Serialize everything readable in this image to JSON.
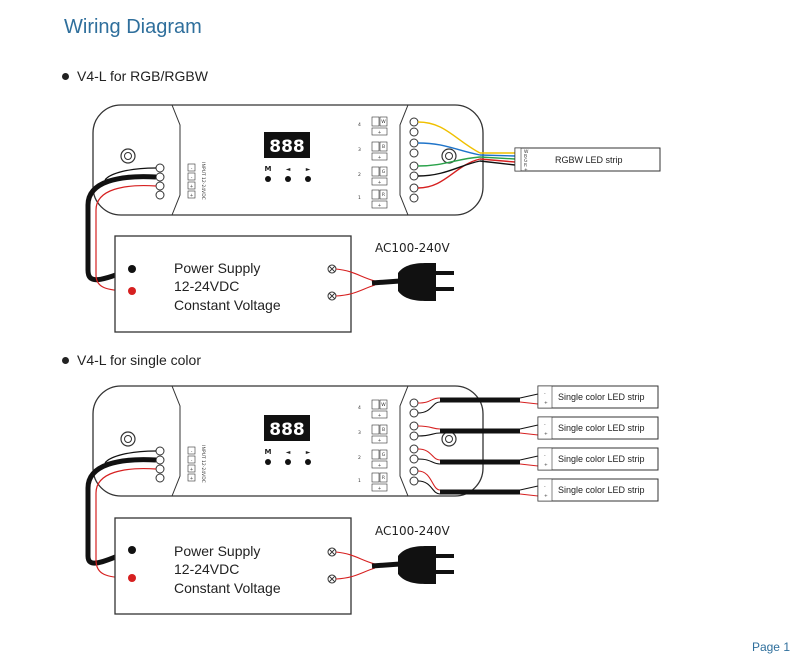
{
  "page_title": "Wiring Diagram",
  "page_number": "Page 1",
  "sections": [
    {
      "heading": "V4-L for RGB/RGBW",
      "display": "888",
      "buttons": [
        "M",
        "◄",
        "►"
      ],
      "input_terminals": [
        "-",
        "-",
        "+",
        "+"
      ],
      "input_label": "INPUT 12-24VDC",
      "output_channels": [
        "4",
        "3",
        "2",
        "1"
      ],
      "output_terminals": [
        [
          "W",
          "+"
        ],
        [
          "B",
          "+"
        ],
        [
          "G",
          "+"
        ],
        [
          "R",
          "+"
        ]
      ],
      "strip_label": "RGBW LED strip",
      "strip_pins": [
        "W",
        "B",
        "G",
        "R",
        "+"
      ],
      "power_supply": [
        "Power Supply",
        "12-24VDC",
        "Constant Voltage"
      ],
      "ac_label": "AC100-240V"
    },
    {
      "heading": "V4-L for single color",
      "display": "888",
      "buttons": [
        "M",
        "◄",
        "►"
      ],
      "input_terminals": [
        "-",
        "-",
        "+",
        "+"
      ],
      "input_label": "INPUT 12-24VDC",
      "output_channels": [
        "4",
        "3",
        "2",
        "1"
      ],
      "output_terminals": [
        [
          "W",
          "+"
        ],
        [
          "B",
          "+"
        ],
        [
          "G",
          "+"
        ],
        [
          "R",
          "+"
        ]
      ],
      "strip_labels": [
        "Single color LED strip",
        "Single color LED strip",
        "Single color LED strip",
        "Single color LED strip"
      ],
      "strip_pins": [
        "-",
        "+"
      ],
      "power_supply": [
        "Power Supply",
        "12-24VDC",
        "Constant Voltage"
      ],
      "ac_label": "AC100-240V"
    }
  ],
  "colors": {
    "title": "#2f6f9c",
    "red_wire": "#d62020",
    "black_wire": "#111111",
    "yellow_wire": "#f0c000",
    "blue_wire": "#1f74c9",
    "green_wire": "#2aa24a"
  }
}
